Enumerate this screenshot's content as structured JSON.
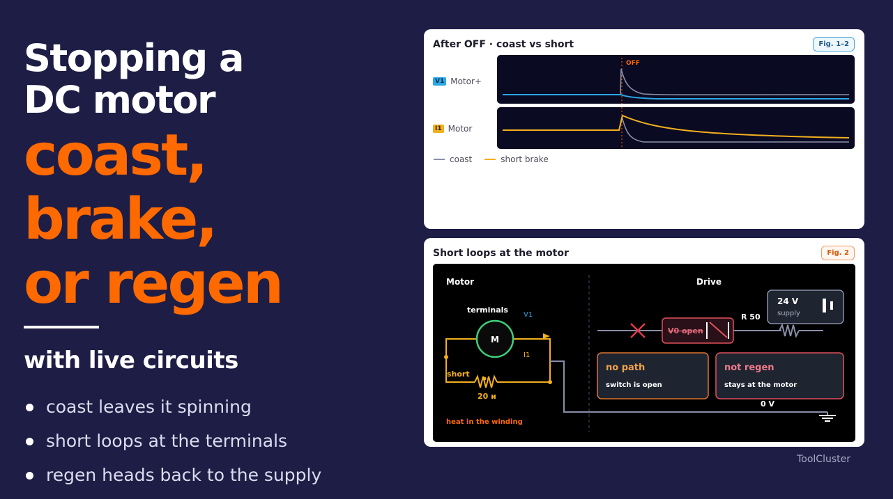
{
  "headline": {
    "line1": "Stopping a",
    "line2": "DC motor",
    "accent1": "coast, brake,",
    "accent2": "or regen",
    "subtitle": "with live circuits"
  },
  "bullets": [
    "coast leaves it spinning",
    "short loops at the terminals",
    "regen heads back to the supply"
  ],
  "scope_card": {
    "title": "After OFF · coast vs short",
    "badge": "Fig. 1–2",
    "marker": "OFF",
    "channels": [
      {
        "tag": "V1",
        "label": "Motor+"
      },
      {
        "tag": "I1",
        "label": "Motor"
      }
    ],
    "legend": [
      {
        "label": "coast",
        "color": "#8a8fa8"
      },
      {
        "label": "short brake",
        "color": "#f2b01e"
      }
    ]
  },
  "circuit_card": {
    "title": "Short loops at the motor",
    "badge": "Fig. 2",
    "motor_heading": "Motor",
    "drive_heading": "Drive",
    "terminals_label": "terminals",
    "v1_label": "V1",
    "motor_symbol": "M",
    "i1_label": "I1",
    "short_label": "short",
    "short_resistor": "20 и",
    "heat_label": "heat in the winding",
    "r_label": "R 50",
    "supply_voltage": "24 V",
    "supply_label": "supply",
    "switch_label": "V0 open",
    "ground_label": "0 V",
    "box_no_path": {
      "title": "no path",
      "text": "switch is open"
    },
    "box_not_regen": {
      "title": "not regen",
      "text": "stays at the motor"
    }
  },
  "brand": "ToolCluster",
  "colors": {
    "background": "#1e1d45",
    "accent": "#ff6a00",
    "voltage": "#29a8e8",
    "current": "#f2b01e",
    "coast": "#8a8fa8"
  }
}
